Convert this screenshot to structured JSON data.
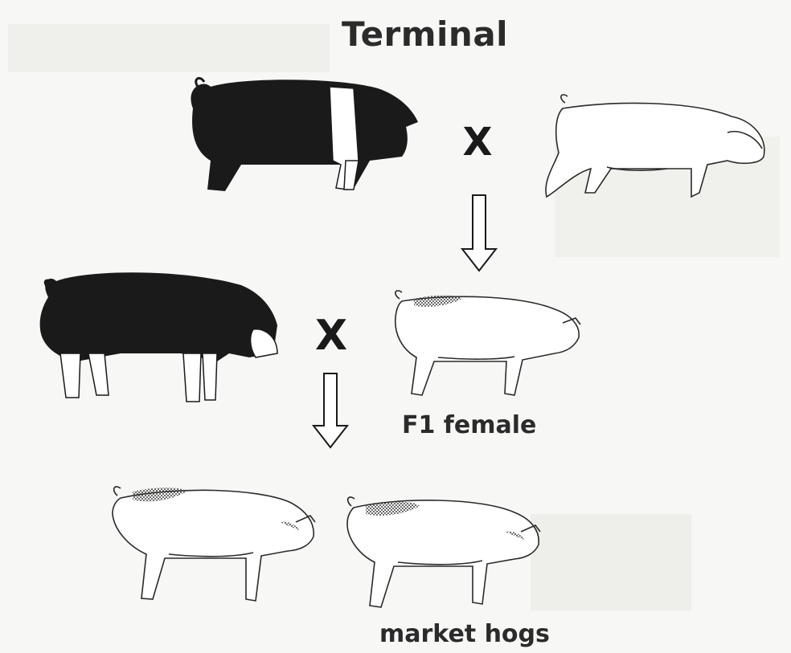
{
  "diagram": {
    "title": "Terminal",
    "cross_symbol": "X",
    "f1_label": "F1 female",
    "offspring_label": "market hogs"
  },
  "colors": {
    "ink": "#1a1a1a",
    "spots": "#555555",
    "background": "#f7f7f5"
  }
}
